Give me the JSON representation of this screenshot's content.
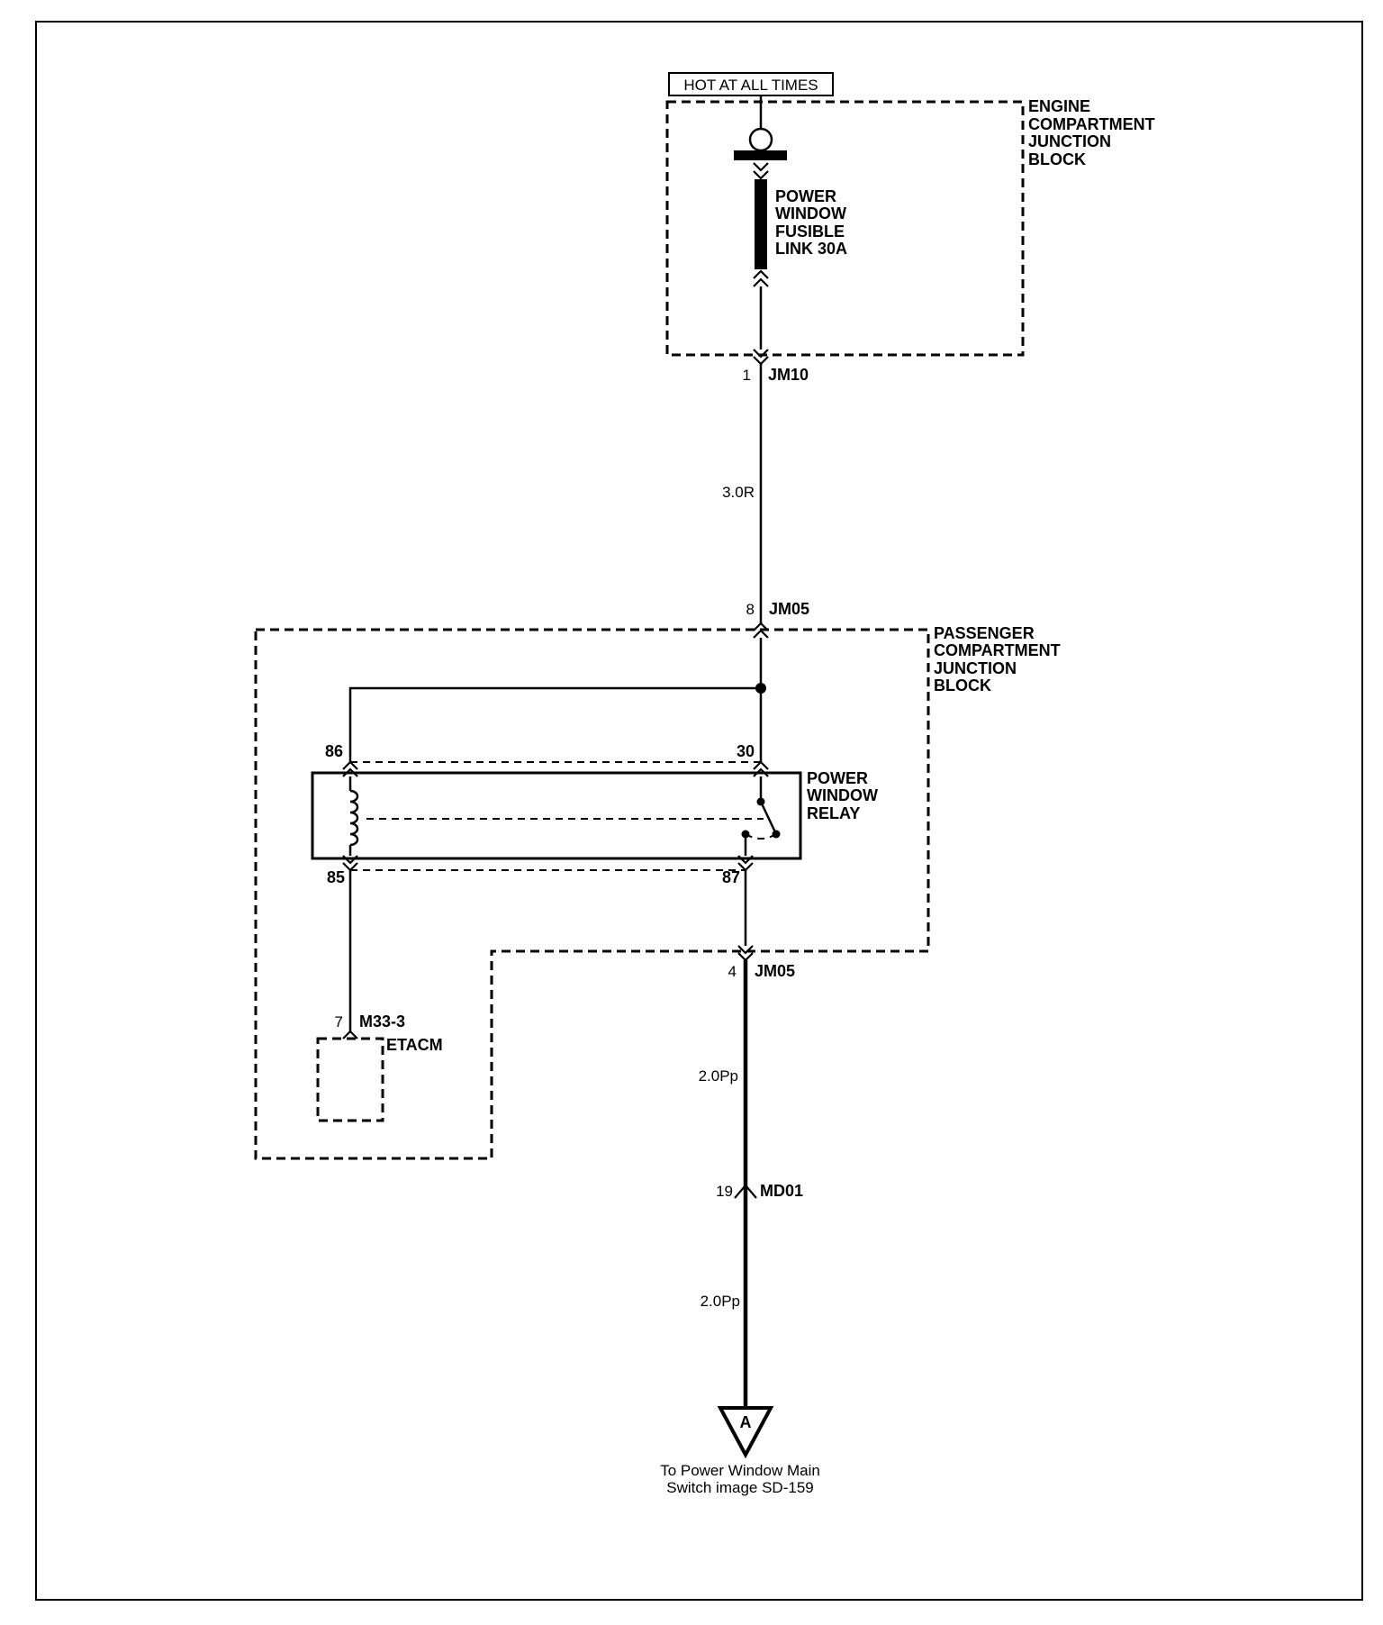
{
  "hot_label": "HOT AT ALL TIMES",
  "engine_block": {
    "line1": "ENGINE",
    "line2": "COMPARTMENT",
    "line3": "JUNCTION",
    "line4": "BLOCK"
  },
  "fusible_link": {
    "line1": "POWER",
    "line2": "WINDOW",
    "line3": "FUSIBLE",
    "line4": "LINK 30A"
  },
  "jm10": {
    "pin": "1",
    "name": "JM10"
  },
  "wire1": "3.0R",
  "jm05_in": {
    "pin": "8",
    "name": "JM05"
  },
  "passenger_block": {
    "line1": "PASSENGER",
    "line2": "COMPARTMENT",
    "line3": "JUNCTION",
    "line4": "BLOCK"
  },
  "relay": {
    "line1": "POWER",
    "line2": "WINDOW",
    "line3": "RELAY",
    "pin86": "86",
    "pin30": "30",
    "pin85": "85",
    "pin87": "87"
  },
  "jm05_out": {
    "pin": "4",
    "name": "JM05"
  },
  "m33": {
    "pin": "7",
    "name": "M33-3",
    "module": "ETACM"
  },
  "wire2": "2.0Pp",
  "md01": {
    "pin": "19",
    "name": "MD01"
  },
  "wire3": "2.0Pp",
  "connector_a": "A",
  "destination": {
    "line1": "To Power Window Main",
    "line2": "Switch  image  SD-159"
  }
}
